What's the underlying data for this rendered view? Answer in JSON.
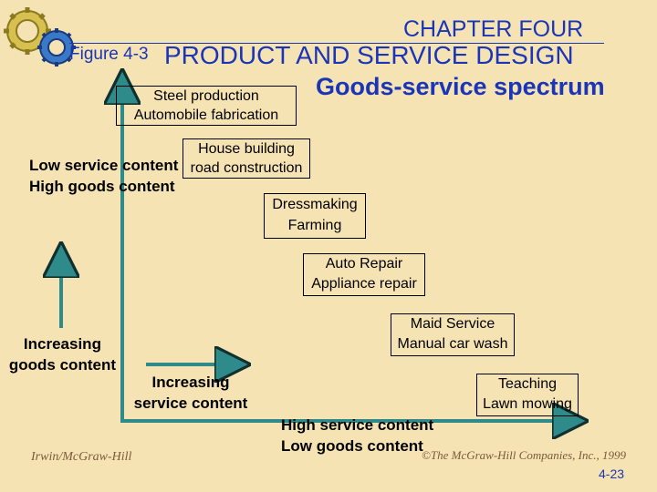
{
  "header": {
    "chapter": "CHAPTER FOUR",
    "figure": "Figure 4-3",
    "title": "PRODUCT AND SERVICE DESIGN",
    "subtitle": "Goods-service spectrum"
  },
  "boxes": [
    {
      "line1": "Steel production",
      "line2": "Automobile fabrication"
    },
    {
      "line1": "House building",
      "line2": "road construction"
    },
    {
      "line1": "Dressmaking",
      "line2": "Farming"
    },
    {
      "line1": "Auto Repair",
      "line2": "Appliance repair"
    },
    {
      "line1": "Maid Service",
      "line2": "Manual car wash"
    },
    {
      "line1": "Teaching",
      "line2": "Lawn mowing"
    }
  ],
  "labels": {
    "low_service_1": "Low service content",
    "low_service_2": "High goods content",
    "high_service_1": "High service content",
    "high_service_2": "Low goods content",
    "inc_goods_1": "Increasing",
    "inc_goods_2": "goods content",
    "inc_service_1": "Increasing",
    "inc_service_2": "service content"
  },
  "footer": {
    "publisher": "Irwin/McGraw-Hill",
    "copyright": "©The McGraw-Hill Companies, Inc., 1999",
    "page": "4-23"
  },
  "colors": {
    "background": "#f6e3b4",
    "title_blue": "#1a35b8",
    "arrow_teal": "#2f8a8a"
  },
  "icons": [
    "gear-icon-gold",
    "gear-icon-blue"
  ]
}
